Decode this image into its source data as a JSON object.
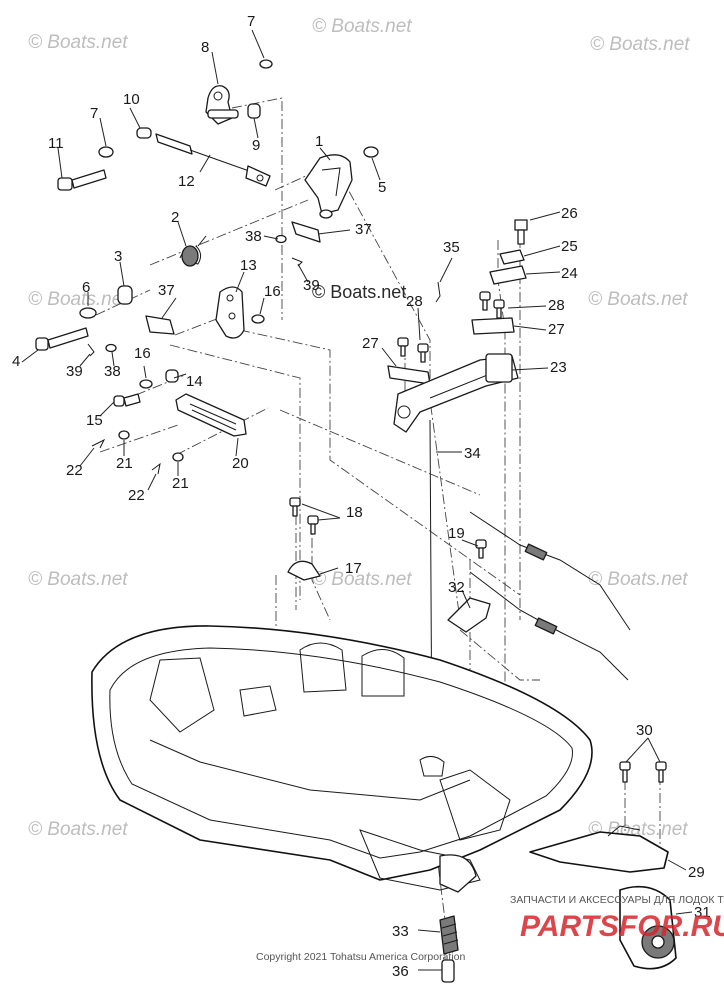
{
  "diagram": {
    "watermark_text": "© Boats.net",
    "inline_watermark": "© Boats.net",
    "copyright": "Copyright 2021 Tohatsu America Corporation",
    "store_tagline": "ЗАПЧАСТИ И АКСЕССУАРЫ ДЛЯ ЛОДОК ТЕХНИКИ",
    "store_logo_text": "PARTSFOR.RU",
    "accent_color": "#d6262b"
  },
  "callouts": {
    "c1": "1",
    "c2": "2",
    "c3": "3",
    "c4": "4",
    "c5": "5",
    "c6": "6",
    "c7a": "7",
    "c7b": "7",
    "c8": "8",
    "c9": "9",
    "c10": "10",
    "c11": "11",
    "c12": "12",
    "c13": "13",
    "c14": "14",
    "c15": "15",
    "c16a": "16",
    "c16b": "16",
    "c17": "17",
    "c18": "18",
    "c19": "19",
    "c20": "20",
    "c21a": "21",
    "c21b": "21",
    "c22a": "22",
    "c22b": "22",
    "c23": "23",
    "c24": "24",
    "c25": "25",
    "c26": "26",
    "c27a": "27",
    "c27b": "27",
    "c28a": "28",
    "c28b": "28",
    "c29": "29",
    "c30": "30",
    "c31": "31",
    "c32": "32",
    "c33": "33",
    "c34": "34",
    "c35": "35",
    "c36": "36",
    "c37a": "37",
    "c37b": "37",
    "c38a": "38",
    "c38b": "38",
    "c39a": "39",
    "c39b": "39"
  }
}
